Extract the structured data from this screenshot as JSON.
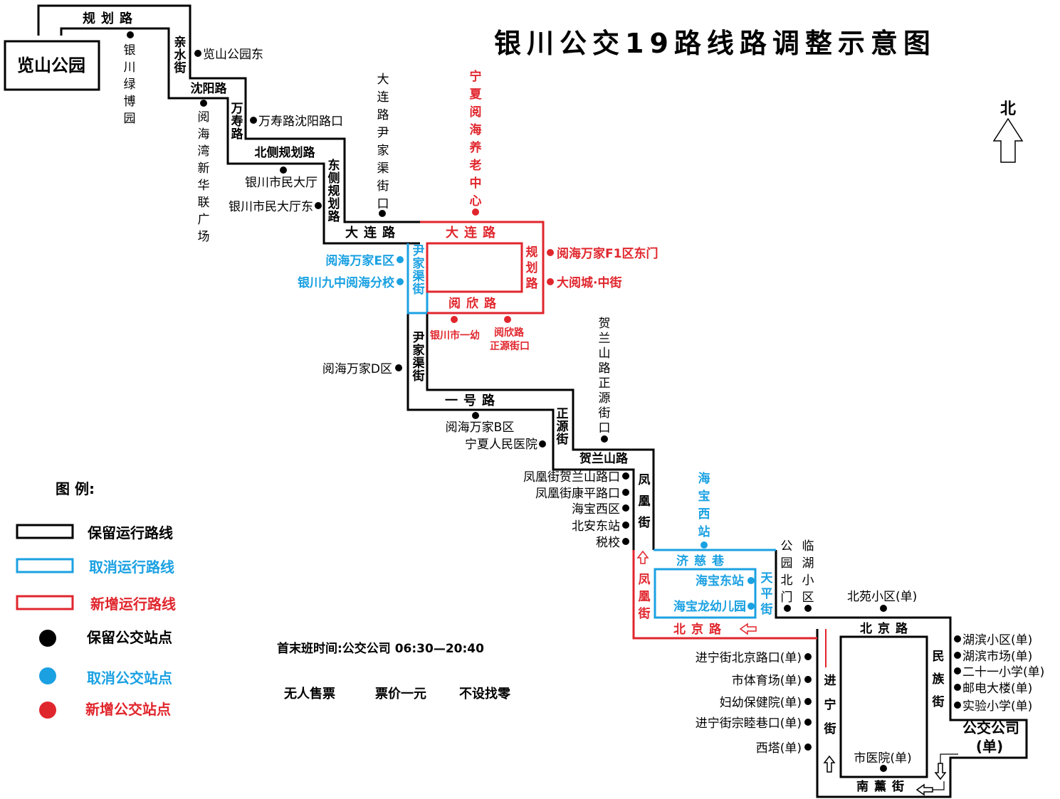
{
  "title": "银川公交19路线路调整示意图",
  "north": "北",
  "colors": {
    "kept": "#000000",
    "cancelled": "#1ba1e2",
    "added": "#e0262d"
  },
  "terminals": {
    "lanshan": "览山公园",
    "company": "公交公司",
    "company_note": "(单)"
  },
  "streets": {
    "guihua": "规划路",
    "qinshui": "亲水街",
    "shenyang": "沈阳路",
    "wanshou": "万寿路",
    "beice": "北侧规划路",
    "dongce": "东侧规划路",
    "dalian_black": "大连路",
    "dalian_red": "大连路",
    "guihua_red": "规划路",
    "yinjia_blue": "尹家渠街",
    "yuexin": "阅欣路",
    "yinjia_black": "尹家渠街",
    "yihao": "一号路",
    "zhengyuan": "正源街",
    "helanshan": "贺兰山路",
    "fenghuang_black": "凤凰街",
    "fenghuang_red": "凤凰街",
    "jici": "济慈巷",
    "tianping": "天平街",
    "beijing_red": "北京路",
    "beijing_black": "北京路",
    "jinning": "进宁街",
    "minzu": "民族街",
    "nanxun": "南薰街"
  },
  "stops_kept": [
    "银川绿博园",
    "览山公园东",
    "阅海湾新华联广场",
    "万寿路沈阳路口",
    "银川市民大厅",
    "银川市民大厅东",
    "大连路尹家渠街口",
    "阅海万家D区",
    "阅海万家B区",
    "宁夏人民医院",
    "贺兰山路正源街口",
    "凤凰街贺兰山路口",
    "凤凰街康平路口",
    "海宝西区",
    "北安东站",
    "税校",
    "公园北门",
    "临湖小区",
    "北苑小区(单)",
    "湖滨小区(单)",
    "湖滨市场(单)",
    "二十一小学(单)",
    "邮电大楼(单)",
    "实验小学(单)",
    "进宁街北京路口(单)",
    "市体育场(单)",
    "妇幼保健院(单)",
    "进宁街宗睦巷口(单)",
    "西塔(单)",
    "市医院(单)"
  ],
  "stops_cancelled": [
    "阅海万家E区",
    "银川九中阅海分校",
    "海宝西站",
    "海宝东站",
    "海宝龙幼儿园"
  ],
  "stops_added": [
    "宁夏阅海养老中心",
    "阅海万家F1区东门",
    "大阅城·中街",
    "银川市一幼",
    "阅欣路正源街口"
  ],
  "legend": {
    "title": "图 例:",
    "kept_route": "保留运行路线",
    "cancelled_route": "取消运行路线",
    "added_route": "新增运行路线",
    "kept_stop": "保留公交站点",
    "cancelled_stop": "取消公交站点",
    "added_stop": "新增公交站点"
  },
  "info": {
    "schedule": "首末班时间:公交公司 06:30—20:40",
    "ticket1": "无人售票",
    "ticket2": "票价一元",
    "ticket3": "不设找零"
  }
}
